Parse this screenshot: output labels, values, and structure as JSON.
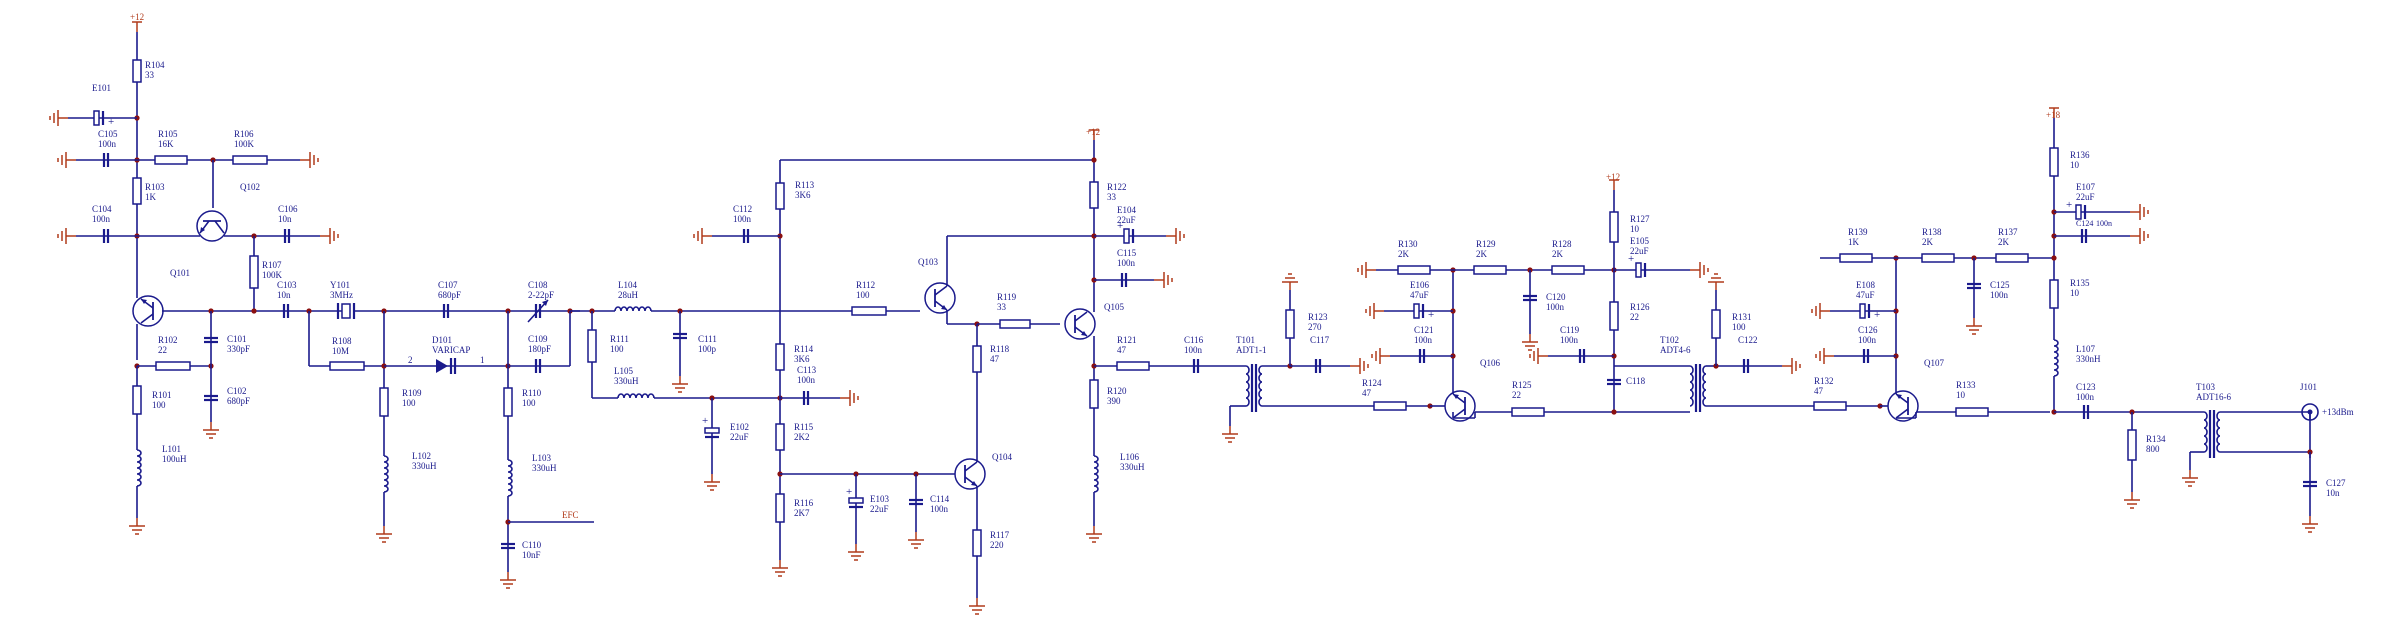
{
  "power": {
    "p1": "+12",
    "p2": "+12",
    "p3": "+12",
    "p4": "+18"
  },
  "labels": {
    "R104": [
      "R104",
      "33"
    ],
    "E101": [
      "E101",
      ""
    ],
    "C105": [
      "C105",
      "100n"
    ],
    "R105": [
      "R105",
      "16K"
    ],
    "R106": [
      "R106",
      "100K"
    ],
    "R103": [
      "R103",
      "1K"
    ],
    "C104": [
      "C104",
      "100n"
    ],
    "Q102": [
      "Q102",
      ""
    ],
    "C106": [
      "C106",
      "10n"
    ],
    "Q101": [
      "Q101",
      ""
    ],
    "R107": [
      "R107",
      "100K"
    ],
    "C103": [
      "C103",
      "10n"
    ],
    "Y101": [
      "Y101",
      "3MHz"
    ],
    "R102": [
      "R102",
      "22"
    ],
    "C101": [
      "C101",
      "330pF"
    ],
    "C102": [
      "C102",
      "680pF"
    ],
    "R101": [
      "R101",
      "100"
    ],
    "L101": [
      "L101",
      "100uH"
    ],
    "R108": [
      "R108",
      "10M"
    ],
    "C107": [
      "C107",
      "680pF"
    ],
    "D101": [
      "D101",
      "VARICAP"
    ],
    "C108": [
      "C108",
      "2-22pF"
    ],
    "C109": [
      "C109",
      "180pF"
    ],
    "L104": [
      "L104",
      "28uH"
    ],
    "R109": [
      "R109",
      "100"
    ],
    "R110": [
      "R110",
      "100"
    ],
    "L102": [
      "L102",
      "330uH"
    ],
    "L103": [
      "L103",
      "330uH"
    ],
    "C110": [
      "C110",
      "10nF"
    ],
    "R111": [
      "R111",
      "100"
    ],
    "L105": [
      "L105",
      "330uH"
    ],
    "C111": [
      "C111",
      "100p"
    ],
    "R113": [
      "R113",
      "3K6"
    ],
    "C112": [
      "C112",
      "100n"
    ],
    "R114": [
      "R114",
      "3K6"
    ],
    "C113": [
      "C113",
      "100n"
    ],
    "R115": [
      "R115",
      "2K2"
    ],
    "E102": [
      "E102",
      "22uF"
    ],
    "R116": [
      "R116",
      "2K7"
    ],
    "E103": [
      "E103",
      "22uF"
    ],
    "C114": [
      "C114",
      "100n"
    ],
    "Q104": [
      "Q104",
      ""
    ],
    "R117": [
      "R117",
      "220"
    ],
    "R112": [
      "R112",
      "100"
    ],
    "Q103": [
      "Q103",
      ""
    ],
    "R119": [
      "R119",
      "33"
    ],
    "R118": [
      "R118",
      "47"
    ],
    "Q105": [
      "Q105",
      ""
    ],
    "R122": [
      "R122",
      "33"
    ],
    "E104": [
      "E104",
      "22uF"
    ],
    "C115": [
      "C115",
      "100n"
    ],
    "R121": [
      "R121",
      "47"
    ],
    "C116": [
      "C116",
      "100n"
    ],
    "R120": [
      "R120",
      "390"
    ],
    "L106": [
      "L106",
      "330uH"
    ],
    "T101": [
      "T101",
      "ADT1-1"
    ],
    "R123": [
      "R123",
      "270"
    ],
    "C117": [
      "C117",
      ""
    ],
    "R124": [
      "R124",
      "47"
    ],
    "R130": [
      "R130",
      "2K"
    ],
    "R129": [
      "R129",
      "2K"
    ],
    "R128": [
      "R128",
      "2K"
    ],
    "E106": [
      "E106",
      "47uF"
    ],
    "C121": [
      "C121",
      "100n"
    ],
    "C120": [
      "C120",
      "100n"
    ],
    "Q106": [
      "Q106",
      ""
    ],
    "R125": [
      "R125",
      "22"
    ],
    "R127": [
      "R127",
      "10"
    ],
    "E105": [
      "E105",
      "22uF"
    ],
    "R126": [
      "R126",
      "22"
    ],
    "C119": [
      "C119",
      "100n"
    ],
    "C118": [
      "C118",
      ""
    ],
    "T102": [
      "T102",
      "ADT4-6"
    ],
    "R131": [
      "R131",
      "100"
    ],
    "C122": [
      "C122",
      ""
    ],
    "R132": [
      "R132",
      "47"
    ],
    "R139": [
      "R139",
      "1K"
    ],
    "R138": [
      "R138",
      "2K"
    ],
    "R137": [
      "R137",
      "2K"
    ],
    "E108": [
      "E108",
      "47uF"
    ],
    "C126": [
      "C126",
      "100n"
    ],
    "C125": [
      "C125",
      "100n"
    ],
    "Q107": [
      "Q107",
      ""
    ],
    "R133": [
      "R133",
      "10"
    ],
    "R136": [
      "R136",
      "10"
    ],
    "E107": [
      "E107",
      "22uF"
    ],
    "C124": [
      "C124",
      "100n"
    ],
    "R135": [
      "R135",
      "10"
    ],
    "L107": [
      "L107",
      "330nH"
    ],
    "C123": [
      "C123",
      "100n"
    ],
    "R134": [
      "R134",
      "800"
    ],
    "T103": [
      "T103",
      "ADT16-6"
    ],
    "J101": [
      "J101",
      "+13dBm"
    ],
    "C127": [
      "C127",
      "10n"
    ]
  },
  "pins": {
    "d1": "2",
    "d2": "1"
  },
  "net": {
    "efc": "EFC"
  },
  "colors": {
    "wire": "#1a1a8c",
    "ground": "#b03a1a",
    "junction": "#8b1010"
  }
}
